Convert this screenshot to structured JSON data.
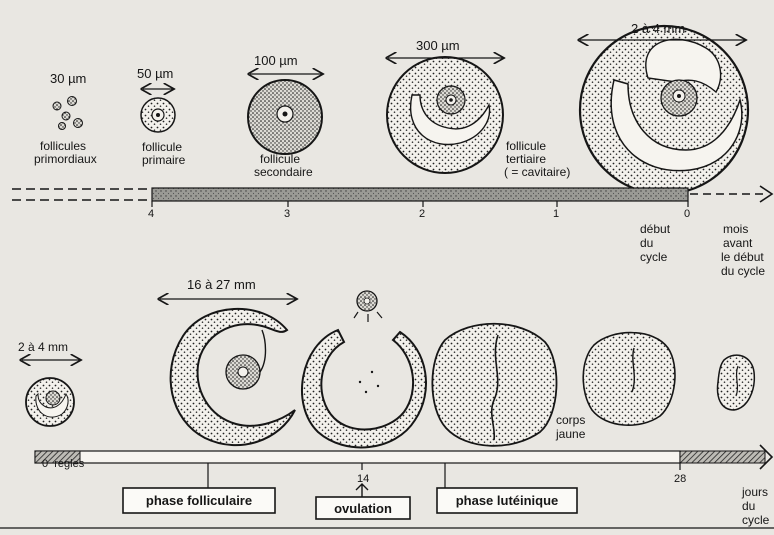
{
  "top_row": {
    "sizes": {
      "primordial": "30 µm",
      "primary": "50 µm",
      "secondary": "100 µm",
      "tertiary": "300 µm",
      "mature": "2 à 4 mm"
    },
    "labels": {
      "primordial": [
        "follicules",
        "primordiaux"
      ],
      "primary": [
        "follicule",
        "primaire"
      ],
      "secondary": [
        "follicule",
        "secondaire"
      ],
      "tertiary": [
        "follicule",
        "tertiaire",
        "( = cavitaire)"
      ]
    },
    "timeline_ticks": [
      "4",
      "3",
      "2",
      "1",
      "0"
    ],
    "cycle_start_label": [
      "début",
      "du",
      "cycle"
    ],
    "axis_unit_label": [
      "mois",
      "avant",
      "le début",
      "du cycle"
    ]
  },
  "bottom_row": {
    "sizes": {
      "small": "2 à 4 mm",
      "preovulatory": "16 à 27 mm"
    },
    "labels": {
      "corpus_luteum": [
        "corps",
        "jaune"
      ]
    },
    "timeline_start": "0  regles",
    "timeline_ticks": [
      "14",
      "28"
    ],
    "axis_unit_label": [
      "jours",
      "du",
      "cycle"
    ],
    "phases": [
      "phase folliculaire",
      "ovulation",
      "phase lutéinique"
    ]
  },
  "colors": {
    "ink": "#161616",
    "paper": "#e9e7e2",
    "stipple": "#f3f1ec",
    "bar_fill": "#8a8a86"
  }
}
